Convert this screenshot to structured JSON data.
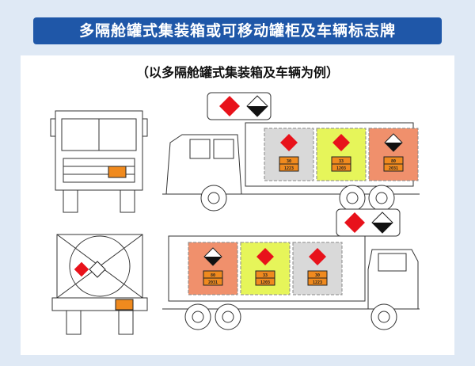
{
  "title": "多隔舱罐式集装箱或可移动罐柜及车辆标志牌",
  "subtitle": "（以多隔舱罐式集装箱及车辆为例）",
  "colors": {
    "banner": "#1f57a8",
    "flammable": "#e8121b",
    "corrosive": "#111111",
    "orange_plate": "#f08a1e",
    "compartment_gray": "#d9d9d9",
    "compartment_green": "#e6f55a",
    "compartment_salmon": "#f0906c"
  },
  "placards": {
    "truck1": [
      {
        "hazard": "30",
        "un": "1223",
        "class": "flammable",
        "fill": "gray"
      },
      {
        "hazard": "33",
        "un": "1203",
        "class": "flammable",
        "fill": "green"
      },
      {
        "hazard": "80",
        "un": "2031",
        "class": "corrosive",
        "fill": "salmon"
      }
    ],
    "truck2": [
      {
        "hazard": "80",
        "un": "2031",
        "class": "corrosive",
        "fill": "salmon"
      },
      {
        "hazard": "33",
        "un": "1203",
        "class": "flammable",
        "fill": "green"
      },
      {
        "hazard": "30",
        "un": "1223",
        "class": "flammable",
        "fill": "gray"
      }
    ]
  }
}
